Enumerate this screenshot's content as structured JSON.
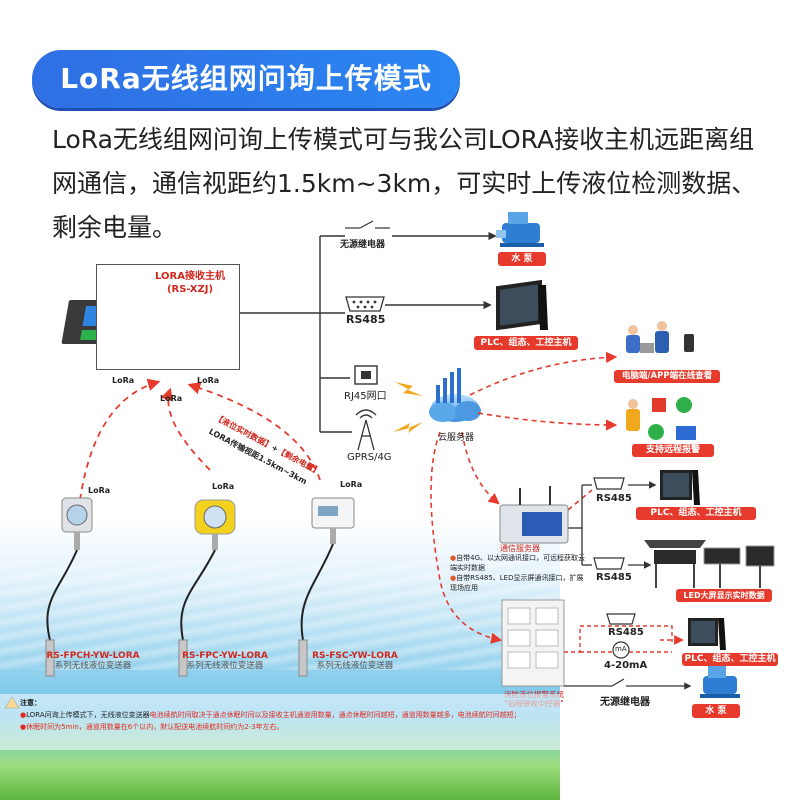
{
  "header": {
    "title": "LoRa无线组网问询上传模式",
    "intro_lines": [
      "LoRa无线组网问询上传模式可与我公司LORA接收主机远距离组",
      "网通信，通信视距约1.5km~3km，可实时上传液位检测数据、",
      "剩余电量。"
    ]
  },
  "host": {
    "title_line1": "LORA接收主机",
    "title_line2": "(RS-XZJ)"
  },
  "host_outputs": {
    "relay": "无源继电器",
    "rs485": "RS485",
    "rj45": "RJ45网口",
    "gprs": "GPRS/4G"
  },
  "targets": {
    "pump": "水 泵",
    "plc": "PLC、组态、工控主机",
    "pc_app": "电脑端/APP端在线查看",
    "alarm": "支持远程报警",
    "cloud": "云服务器"
  },
  "link": {
    "tag1": "【液位实时数据】",
    "plus": "+",
    "tag2": "【剩余电量】",
    "distance": "LORA传输视距1.5km~3km"
  },
  "lora_logo": "LoRa",
  "sensors": [
    {
      "model": "RS-FPCH-YW-LORA",
      "desc": "系列无线液位变送器"
    },
    {
      "model": "RS-FPC-YW-LORA",
      "desc": "系列无线液位变送器"
    },
    {
      "model": "RS-FSC-YW-LORA",
      "desc": "系列无线液位变送器"
    }
  ],
  "gateway": {
    "title": "通信服务器",
    "rs485_a": "RS485",
    "rs485_b": "RS485",
    "plc": "PLC、组态、工控主机",
    "led": "LED大屏显示实时数据",
    "bullet1": "自带4G、以太网通讯接口，可远程获取云端实时数据",
    "bullet2": "自带RS485、LED显示屏通讯接口，扩展现场应用"
  },
  "panel": {
    "title_line1": "消防液位报警系统",
    "title_line2": "\"远程接收中控箱\"",
    "rs485": "RS485",
    "ma": "mA",
    "current": "4-20mA",
    "relay": "无源继电器",
    "plc": "PLC、组态、工控主机",
    "pump": "水 泵"
  },
  "note": {
    "heading": "注意：",
    "line1_a": "LORA问询上传模式下，无线液位变送器",
    "line1_b": "电池续航时间取决于通点休眠时间以及接收主机通道用数量，通点休眠时间越短，通道用数量越多，电池续航时间越短；",
    "line2": "休眠时间为5min，通道用数量在6个以内，默认配送电池续航时间约为2-3年左右。"
  },
  "colors": {
    "banner": "#2f6fe4",
    "accent_red": "#e63a2c",
    "line_dark": "#333333",
    "dashed_red": "#e63a2c"
  }
}
